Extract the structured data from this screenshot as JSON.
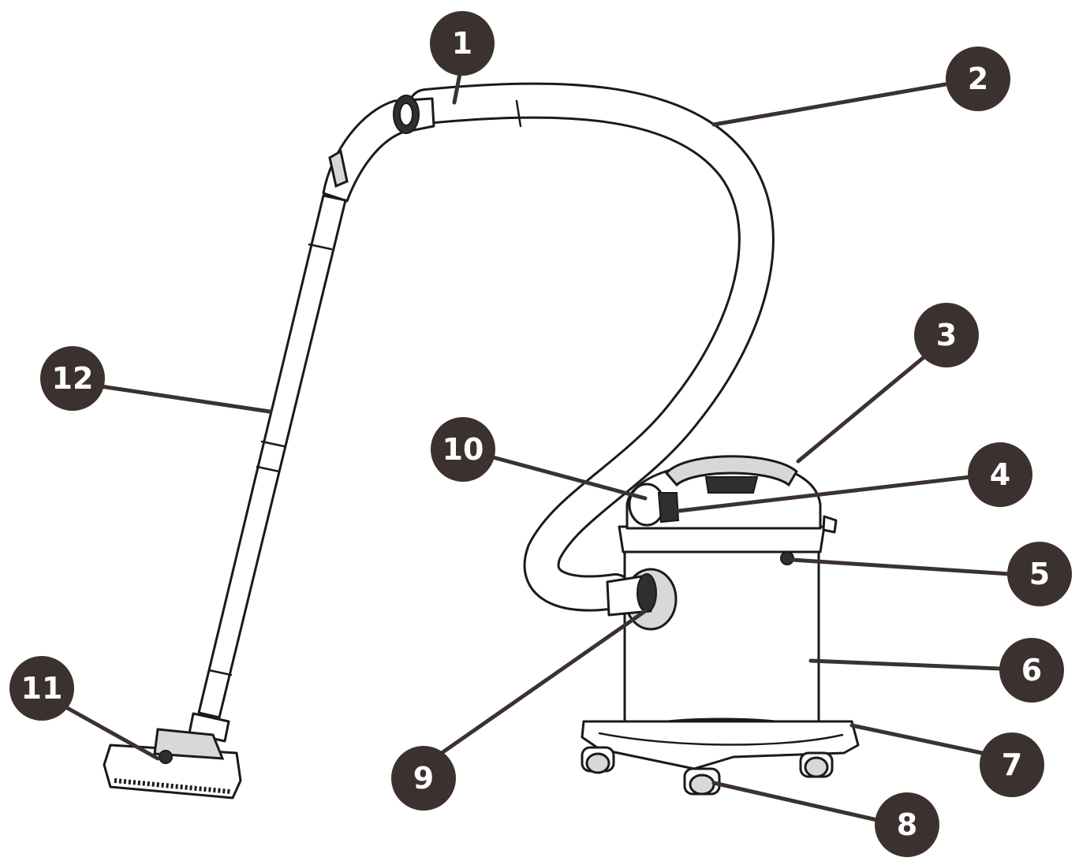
{
  "diagram": {
    "subject": "canister wet/dry vacuum cleaner with hose, wand, floor nozzle and caster base",
    "badge_color": "#3b3230",
    "badge_text_color": "#ffffff",
    "callouts": [
      {
        "id": "c1",
        "label": "1"
      },
      {
        "id": "c2",
        "label": "2"
      },
      {
        "id": "c3",
        "label": "3"
      },
      {
        "id": "c4",
        "label": "4"
      },
      {
        "id": "c5",
        "label": "5"
      },
      {
        "id": "c6",
        "label": "6"
      },
      {
        "id": "c7",
        "label": "7"
      },
      {
        "id": "c8",
        "label": "8"
      },
      {
        "id": "c9",
        "label": "9"
      },
      {
        "id": "c10",
        "label": "10"
      },
      {
        "id": "c11",
        "label": "11"
      },
      {
        "id": "c12",
        "label": "12"
      }
    ]
  }
}
